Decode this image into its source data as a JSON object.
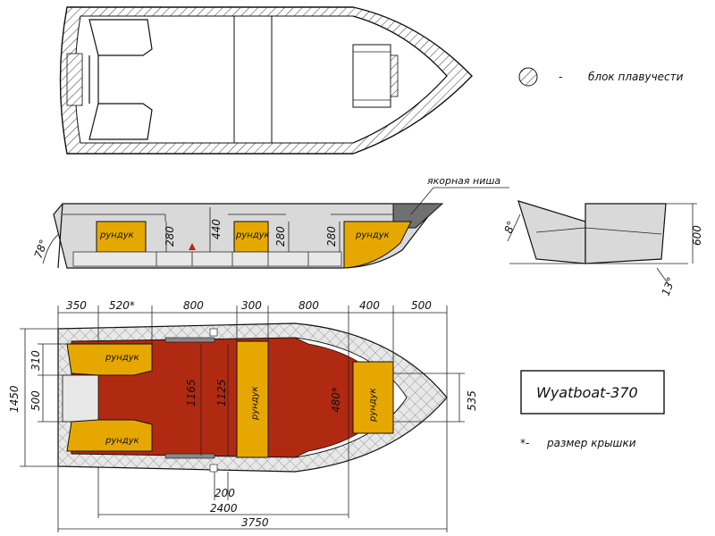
{
  "colors": {
    "floor": "#b02a12",
    "locker": "#e6a800",
    "gray": "#cfcfcf",
    "dark": "#707070"
  },
  "legend": {
    "buoyancy_dash": "-",
    "buoyancy_label": "блок плавучести",
    "cover_mark": "*-",
    "cover_label": "размер крышки"
  },
  "model_name": "Wyatboat-370",
  "side_view": {
    "anchor_label": "якорная ниша",
    "angle": "78°",
    "locker_labels": [
      "рундук",
      "рундук",
      "рундук"
    ],
    "heights": [
      "280",
      "440",
      "280",
      "280"
    ]
  },
  "end_view": {
    "angle_top": "8°",
    "angle_bottom": "13°",
    "height": "600"
  },
  "plan_view": {
    "top_dims": [
      "350",
      "520*",
      "800",
      "300",
      "800",
      "400",
      "500"
    ],
    "left_dims": [
      "1450",
      "310",
      "500"
    ],
    "inner_dims": [
      "1165",
      "1125",
      "480*"
    ],
    "right_dim": "535",
    "bottom_dims": [
      "200",
      "2400",
      "3750"
    ],
    "locker_labels": [
      "рундук",
      "рундук",
      "рундук",
      "рундук"
    ]
  }
}
